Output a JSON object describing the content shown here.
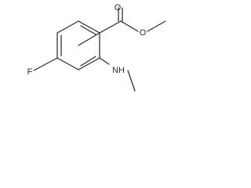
{
  "molecule": {
    "atoms": {
      "fluorine": "F",
      "carbonyl_oxygen": "O",
      "ester_oxygen": "O",
      "amine": "NH"
    },
    "colors": {
      "bond": "#2b2b2b",
      "label": "#2b2b2b",
      "background": "#ffffff"
    }
  }
}
